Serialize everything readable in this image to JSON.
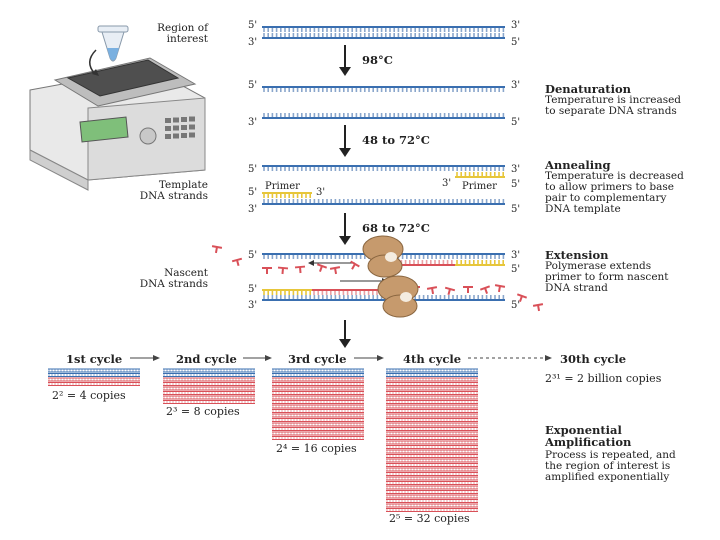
{
  "colors": {
    "strand_top": "#3a6fb0",
    "strand_bottom": "#3a6fb0",
    "rung": "#8aa6cc",
    "primer": "#e7c63a",
    "nascent": "#d95058",
    "nascent_rung": "#e8a0a4",
    "polymerase": "#c69a6d",
    "arrow": "#222222"
  },
  "labels": {
    "region": "Region of\ninterest",
    "template": "Template\nDNA strands",
    "nascent": "Nascent\nDNA strands",
    "five": "5'",
    "three": "3'",
    "primer": "Primer"
  },
  "temps": {
    "t1": "98°C",
    "t2": "48 to 72°C",
    "t3": "68 to 72°C"
  },
  "steps": {
    "denaturation": {
      "title": "Denaturation",
      "desc": "Temperature is increased\nto separate DNA strands"
    },
    "annealing": {
      "title": "Annealing",
      "desc": "Temperature is decreased\nto allow primers to base\npair to complementary\nDNA template"
    },
    "extension": {
      "title": "Extension",
      "desc": "Polymerase extends\nprimer to form nascent\nDNA strand"
    },
    "amplification": {
      "title": "Exponential\nAmplification",
      "desc": "Process is repeated, and\nthe region of interest is\namplified exponentially"
    }
  },
  "cycles": [
    {
      "label": "1st cycle",
      "copies": "2² = 4 copies",
      "count": 4
    },
    {
      "label": "2nd cycle",
      "copies": "2³ = 8 copies",
      "count": 8
    },
    {
      "label": "3rd cycle",
      "copies": "2⁴ = 16 copies",
      "count": 16
    },
    {
      "label": "4th cycle",
      "copies": "2⁵ = 32 copies",
      "count": 32
    },
    {
      "label": "30th cycle",
      "copies": "2³¹ = 2 billion copies",
      "count": 0
    }
  ],
  "icons": {
    "machine": "thermocycler-icon",
    "tube": "pcr-tube-icon",
    "polymerase": "polymerase-icon"
  }
}
